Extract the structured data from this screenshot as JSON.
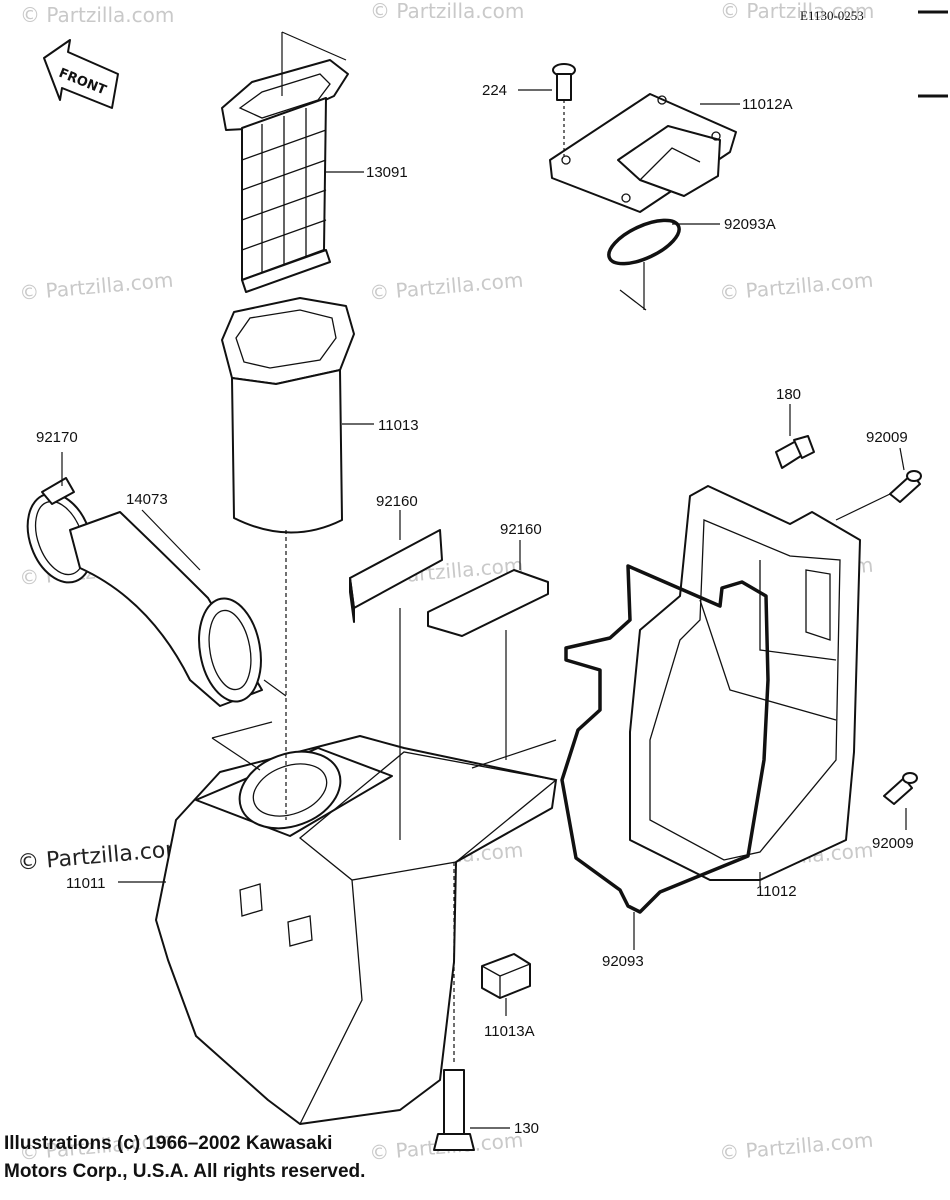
{
  "diagram_code": "E1130-0253",
  "front_label": "FRONT",
  "watermark": "© Partzilla.com",
  "copyright": {
    "line1": "Illustrations (c) 1966–2002 Kawasaki",
    "line2": "Motors Corp., U.S.A.  All rights reserved."
  },
  "callouts": [
    {
      "id": "c224",
      "label": "224"
    },
    {
      "id": "c11012A",
      "label": "11012A"
    },
    {
      "id": "c13091",
      "label": "13091"
    },
    {
      "id": "c92093A",
      "label": "92093A"
    },
    {
      "id": "c11013",
      "label": "11013"
    },
    {
      "id": "c180",
      "label": "180"
    },
    {
      "id": "c92170",
      "label": "92170"
    },
    {
      "id": "c92009a",
      "label": "92009"
    },
    {
      "id": "c14073",
      "label": "14073"
    },
    {
      "id": "c92160a",
      "label": "92160"
    },
    {
      "id": "c92160b",
      "label": "92160"
    },
    {
      "id": "c92009b",
      "label": "92009"
    },
    {
      "id": "c11011",
      "label": "11011"
    },
    {
      "id": "c11012",
      "label": "11012"
    },
    {
      "id": "c92093",
      "label": "92093"
    },
    {
      "id": "c11013A",
      "label": "11013A"
    },
    {
      "id": "c130",
      "label": "130"
    }
  ]
}
